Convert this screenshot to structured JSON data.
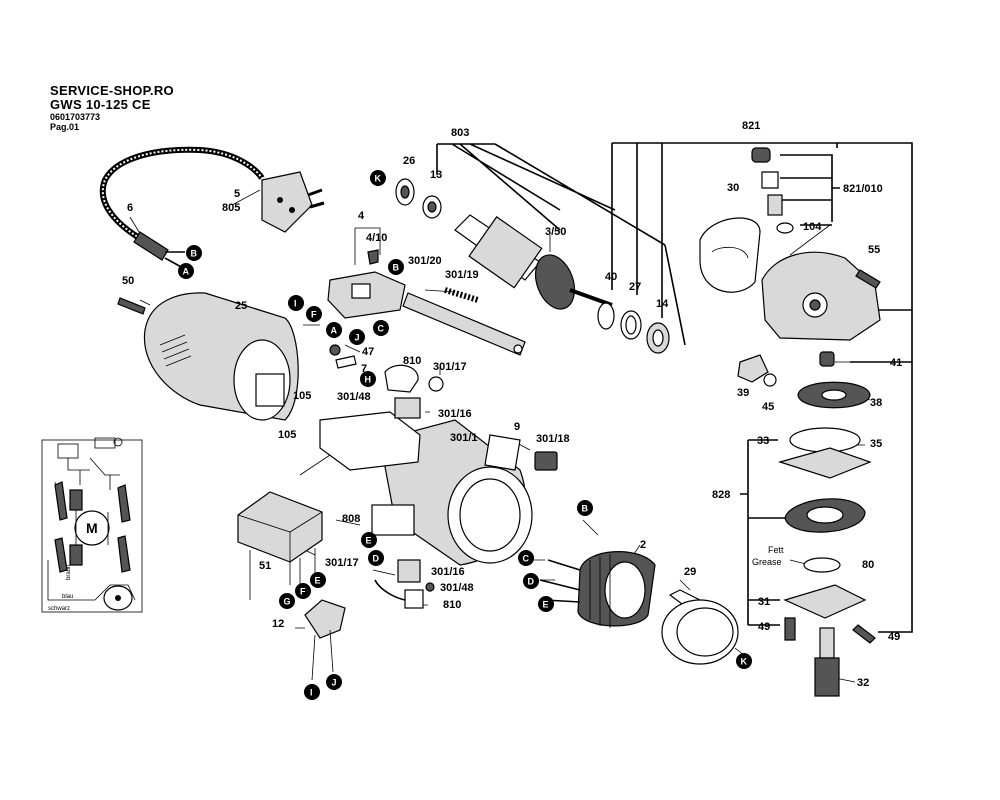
{
  "header": {
    "shop": "SERVICE-SHOP.RO",
    "model": "GWS 10-125 CE",
    "part_number": "0601703773",
    "page": "Pag.01"
  },
  "labels": {
    "l803": "803",
    "l821": "821",
    "l26": "26",
    "l13": "13",
    "l5": "5",
    "l805": "805",
    "l6": "6",
    "l4": "4",
    "l410": "4/10",
    "l350": "3/50",
    "l30": "30",
    "l821010": "821/010",
    "l104": "104",
    "l55": "55",
    "l50": "50",
    "l25": "25",
    "l30120": "301/20",
    "l30119": "301/19",
    "l40": "40",
    "l27": "27",
    "l14": "14",
    "l47": "47",
    "l7": "7",
    "l810a": "810",
    "l30117a": "301/17",
    "l105a": "105",
    "l105b": "105",
    "l30148a": "301/48",
    "l30116a": "301/16",
    "l9": "9",
    "l3011": "301/1",
    "l30118": "301/18",
    "l41": "41",
    "l39": "39",
    "l45": "45",
    "l38": "38",
    "l33": "33",
    "l35": "35",
    "l828": "828",
    "l808": "808",
    "l2": "2",
    "l51": "51",
    "l30117b": "301/17",
    "l30116b": "301/16",
    "l30148b": "301/48",
    "l810b": "810",
    "l29": "29",
    "l80": "80",
    "l31": "31",
    "l49a": "49",
    "l49b": "49",
    "l12": "12",
    "l32": "32",
    "fett": "Fett",
    "grease": "Grease"
  },
  "markers": {
    "K1": "K",
    "B1": "B",
    "A1": "A",
    "B2": "B",
    "I1": "I",
    "F1": "F",
    "A2": "A",
    "J1": "J",
    "C1": "C",
    "H1": "H",
    "B3": "B",
    "C2": "C",
    "D1": "D",
    "E1": "E",
    "E2": "E",
    "D2": "D",
    "G1": "G",
    "F2": "F",
    "E3": "E",
    "I2": "I",
    "J2": "J",
    "K2": "K"
  },
  "schematic": {
    "motor_symbol": "M",
    "wire_blau": "blau",
    "wire_schwarz": "schwarz",
    "wire_braun": "braun"
  }
}
